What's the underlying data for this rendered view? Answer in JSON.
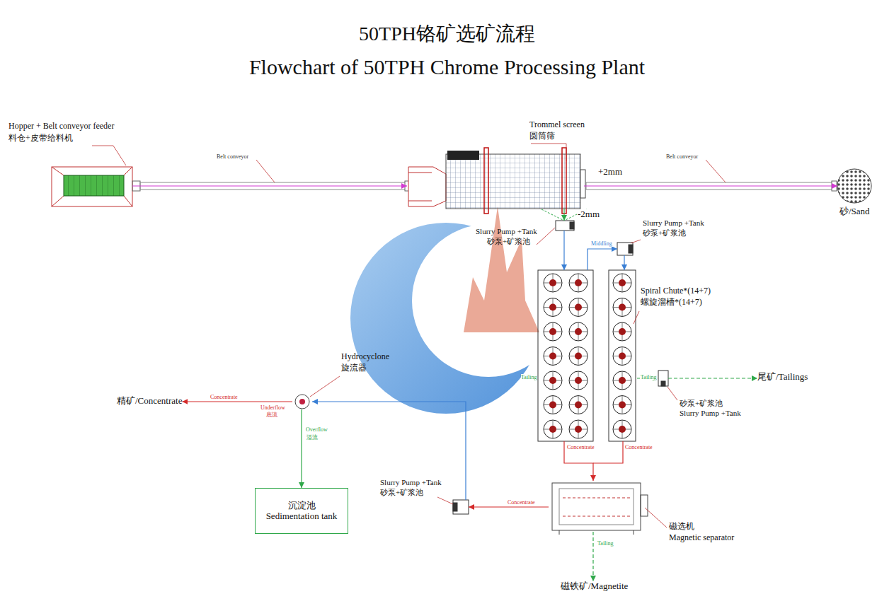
{
  "diagram": {
    "title": "50TPH铬矿选矿流程",
    "nodes": [
      {
        "text": [
          "Hopper + Belt conveyor feeder",
          "料仓+皮带给料机"
        ]
      },
      {
        "text": [
          "Trommel screen",
          "圆筒筛"
        ]
      },
      {
        "text": [
          "砂/Sand"
        ]
      },
      {
        "text": [
          "Slurry Pump +Tank",
          "砂泵+矿浆池"
        ]
      },
      {
        "text": [
          "Slurry Pump +Tank",
          "砂泵+矿浆池"
        ]
      },
      {
        "text": [
          "Spiral Chute*(14+7)",
          "螺旋溜槽*(14+7)"
        ]
      },
      {
        "text": [
          "砂泵+矿浆池",
          "Slurry Pump +Tank"
        ]
      },
      {
        "text": [
          "尾矿/Tailings"
        ]
      },
      {
        "text": [
          "Hydrocyclone",
          "旋流器"
        ]
      },
      {
        "text": [
          "精矿/Concentrate"
        ]
      },
      {
        "text": [
          "Slurry Pump +Tank",
          "砂泵+矿浆池"
        ]
      },
      {
        "text": [
          "磁选机",
          "Magnetic separator"
        ]
      },
      {
        "text": [
          "沉淀池",
          "Sedimentation tank"
        ]
      },
      {
        "text": [
          "磁铁矿/Magnetite"
        ]
      }
    ],
    "edges": [
      {
        "from": 0,
        "to": 1,
        "label": "Belt conveyor",
        "arrow": "to"
      },
      {
        "from": 1,
        "to": 2,
        "label": "Belt conveyor",
        "arrow": "to"
      },
      {
        "from": 1,
        "to": 3,
        "label": "-2mm",
        "arrow": "to"
      },
      {
        "from": 3,
        "to": 5,
        "arrow": "to"
      },
      {
        "from": 5,
        "to": 4,
        "label": "Middling",
        "arrow": "to"
      },
      {
        "from": 4,
        "to": 5,
        "arrow": "to"
      },
      {
        "from": 5,
        "to": 6,
        "label": "Tailing",
        "arrow": "to"
      },
      {
        "from": 6,
        "to": 7,
        "arrow": "to"
      },
      {
        "from": 5,
        "to": 11,
        "label": "Concentrate",
        "arrow": "to"
      },
      {
        "from": 11,
        "to": 13,
        "label": "Tailing",
        "arrow": "to"
      },
      {
        "from": 11,
        "to": 10,
        "label": "Concentrate",
        "arrow": "to"
      },
      {
        "from": 10,
        "to": 8,
        "arrow": "to"
      },
      {
        "from": 8,
        "to": 9,
        "label": "Concentrate",
        "arrow": "to"
      },
      {
        "from": 8,
        "to": 12,
        "label": "Overflow",
        "arrow": "to"
      }
    ],
    "labels": [
      "Flowchart of 50TPH Chrome Processing Plant",
      "+2mm",
      "Tailing",
      "Concentrate",
      "Underflow",
      "底流",
      "溢流"
    ]
  }
}
